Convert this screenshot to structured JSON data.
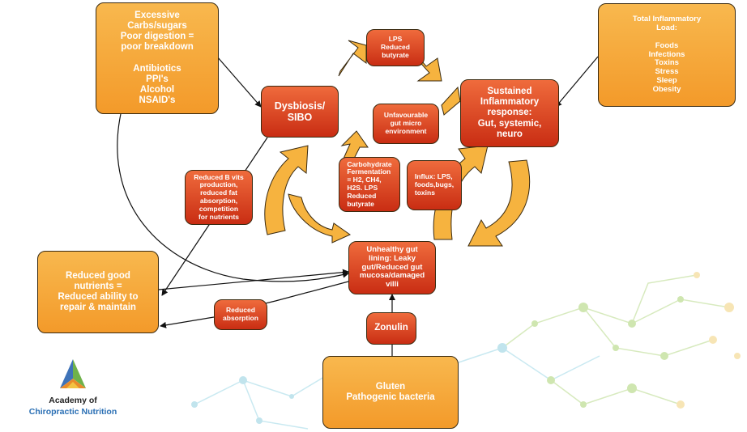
{
  "boxes": {
    "causes": "Excessive\nCarbs/sugars\nPoor digestion =\npoor breakdown\n\nAntibiotics\nPPI's\nAlcohol\nNSAID's",
    "load": "Total Inflammatory\nLoad:\n\nFoods\nInfections\nToxins\nStress\nSleep\nObesity",
    "lps": "LPS\nReduced\nbutyrate",
    "dysbiosis": "Dysbiosis/\nSIBO",
    "unfavourable": "Unfavourable\ngut micro\nenvironment",
    "sustained": "Sustained\nInflammatory\nresponse:\nGut, systemic,\nneuro",
    "reduced_b": "Reduced B vits\nproduction,\nreduced fat\nabsorption,\ncompetition\nfor nutrients",
    "carb": "Carbohydrate\nFermentation\n= H2, CH4,\nH2S. LPS\nReduced\nbutyrate",
    "influx": "Influx: LPS,\nfoods,bugs,\ntoxins",
    "unhealthy": "Unhealthy gut\nlining: Leaky\ngut/Reduced gut\nmucosa/damaged\nvilli",
    "reduced_good": "Reduced good\nnutrients =\nReduced ability to\nrepair & maintain",
    "reduced_abs": "Reduced\nabsorption",
    "zonulin": "Zonulin",
    "gluten": "Gluten\nPathogenic bacteria"
  },
  "logo": {
    "line1": "Academy of",
    "line2": "Chiropractic Nutrition"
  },
  "colors": {
    "orange_box": "#f5a93c",
    "red_box": "#d63f1e",
    "cycle_arrow": "#f6b33f",
    "logo_text_blue": "#2a6fb4",
    "logo_text_dark": "#222222"
  }
}
